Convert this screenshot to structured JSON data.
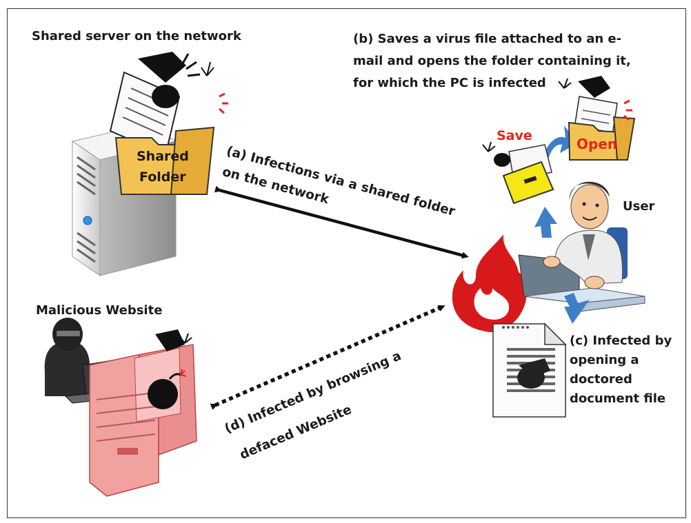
{
  "labels": {
    "shared_server": "Shared server on the network",
    "shared_folder_line1": "Shared",
    "shared_folder_line2": "Folder",
    "b_line1": "(b) Saves a virus file attached to an e-",
    "b_line2": "mail and opens the folder containing it,",
    "b_line3": "for which the PC is infected",
    "save": "Save",
    "open": "Open",
    "user": "User",
    "a_line1": "(a) Infections via a shared folder",
    "a_line2": "on the network",
    "malicious": "Malicious  Website",
    "d_line1": "(d) Infected by browsing a",
    "d_line2": "defaced Website",
    "c_line1": "(c) Infected by",
    "c_line2": "opening a",
    "c_line3": "doctored",
    "c_line4": "document file"
  },
  "colors": {
    "accent_red": "#e0261b",
    "arrow_blue": "#3f7fc7",
    "folder": "#f0c45a",
    "envelope": "#f5e616",
    "malicious_site": "#f2a1a1",
    "server": "#e8e8e8"
  },
  "icons": [
    "server-icon",
    "folder-icon",
    "virus-icon",
    "flame-icon",
    "user-icon",
    "laptop-icon",
    "envelope-icon",
    "document-icon",
    "hacker-icon",
    "bomb-icon"
  ]
}
